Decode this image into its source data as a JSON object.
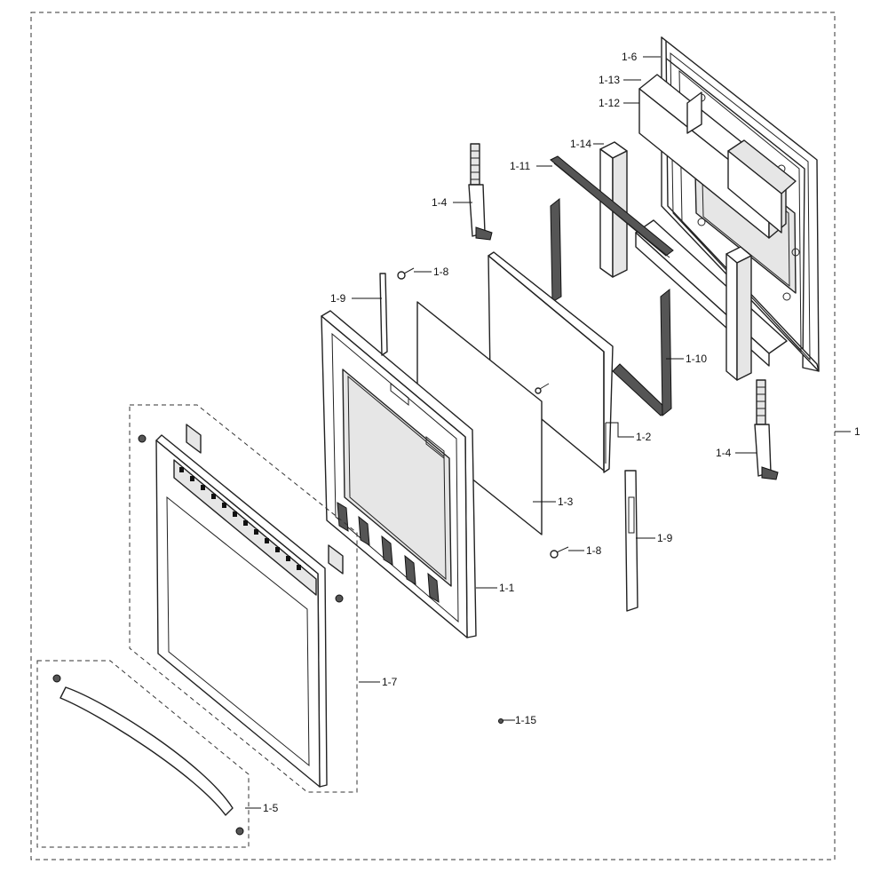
{
  "labels": {
    "assembly": "1",
    "door_frame": "1-1",
    "inner_glass": "1-2",
    "glass": "1-3",
    "hinge_upper": "1-4",
    "hinge_lower": "1-4",
    "handle": "1-5",
    "inner_door": "1-6",
    "outer_door": "1-7",
    "screw_upper": "1-8",
    "screw_lower": "1-8",
    "bracket_left": "1-9",
    "bracket_right": "1-9",
    "glass_holder": "1-10",
    "seal": "1-11",
    "insulation_a": "1-12",
    "insulation_b": "1-13",
    "insulation_c": "1-14",
    "screw_small": "1-15"
  }
}
